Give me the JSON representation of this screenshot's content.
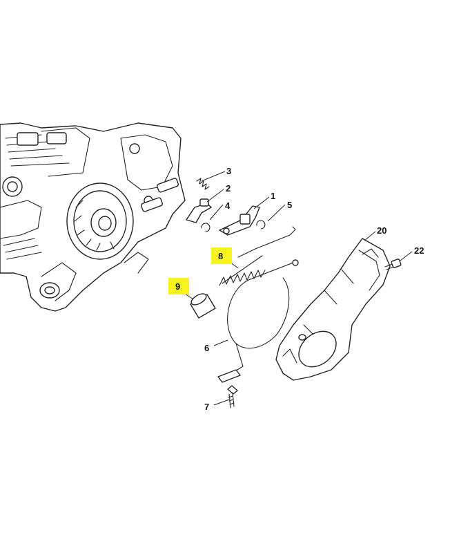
{
  "highlight_color": "#f7f31e",
  "labels": {
    "p1": "1",
    "p2": "2",
    "p3": "3",
    "p4": "4",
    "p5": "5",
    "p6": "6",
    "p7": "7",
    "p8": "8",
    "p9": "9",
    "p20": "20",
    "p22": "22"
  },
  "highlighted": [
    "8",
    "9"
  ]
}
